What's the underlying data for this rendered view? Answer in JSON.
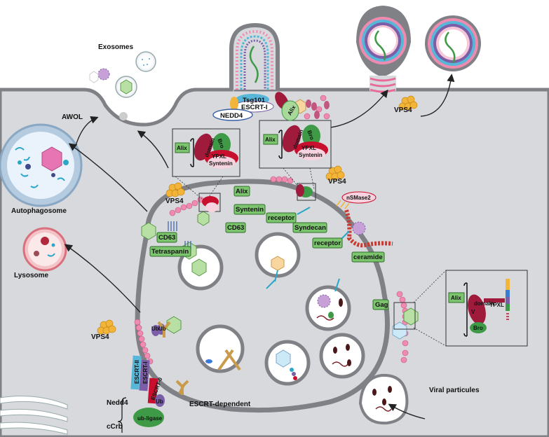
{
  "labels": {
    "exosomes": "Exosomes",
    "awol": "AWOL",
    "autophagosome": "Autophagosome",
    "lysosome": "Lysosome",
    "vps4_top": "VPS4",
    "vps4_left": "VPS4",
    "vps4_mid": "VPS4",
    "vps4_bottom": "VPS4",
    "tsg101": "Tsg101",
    "escrt_i_top": "ESCRT-I",
    "nedd4_top": "NEDD4",
    "alix_top": "Alix",
    "alix_box1": "Alix",
    "alix_box2": "Alix",
    "alix_box3": "Alix",
    "alix_mem": "Alix",
    "v_domain": "V",
    "domain": "domain",
    "bro": "Bro",
    "yyxl": "YPXL",
    "syntenin": "Syntenin",
    "syntenin_mem": "Syntenin",
    "cd63_a": "CD63",
    "cd63_b": "CD63",
    "tetraspanin": "Tetraspanin",
    "receptor_a": "receptor",
    "receptor_b": "receptor",
    "syndecan": "Syndecan",
    "nsmase2": "nSMase2",
    "ceramide": "ceramide",
    "gag": "Gag",
    "viral_particules": "Viral particules",
    "escrt_dependent": "ESCRT-dependent",
    "escrt_ii": "ESCRT-II",
    "escrt_i": "ESCRT-I",
    "escrt_0": "ESCRT-0",
    "ub_a": "Ub",
    "ub_b": "Ub",
    "ub_c": "Ub",
    "ub_ligase": "ub-ligase",
    "nedd4_bottom": "Nedd4",
    "ccrb": "cCrb"
  },
  "colors": {
    "cytoplasm": "#d7d9dc",
    "membrane": "#7f8186",
    "tag_fill": "#7cc46e",
    "tag_stroke": "#2f6f2a",
    "alix_fill": "#a8d89a",
    "syntenin_fill": "#c8102e",
    "bro_fill": "#3f9a47",
    "esc_blue": "#57b7d8",
    "esc_purple": "#7b5ea7",
    "pink_lipid": "#f08bb0",
    "vps4_orange": "#f3b43a",
    "hexagon_green": "#b8e0a4"
  }
}
